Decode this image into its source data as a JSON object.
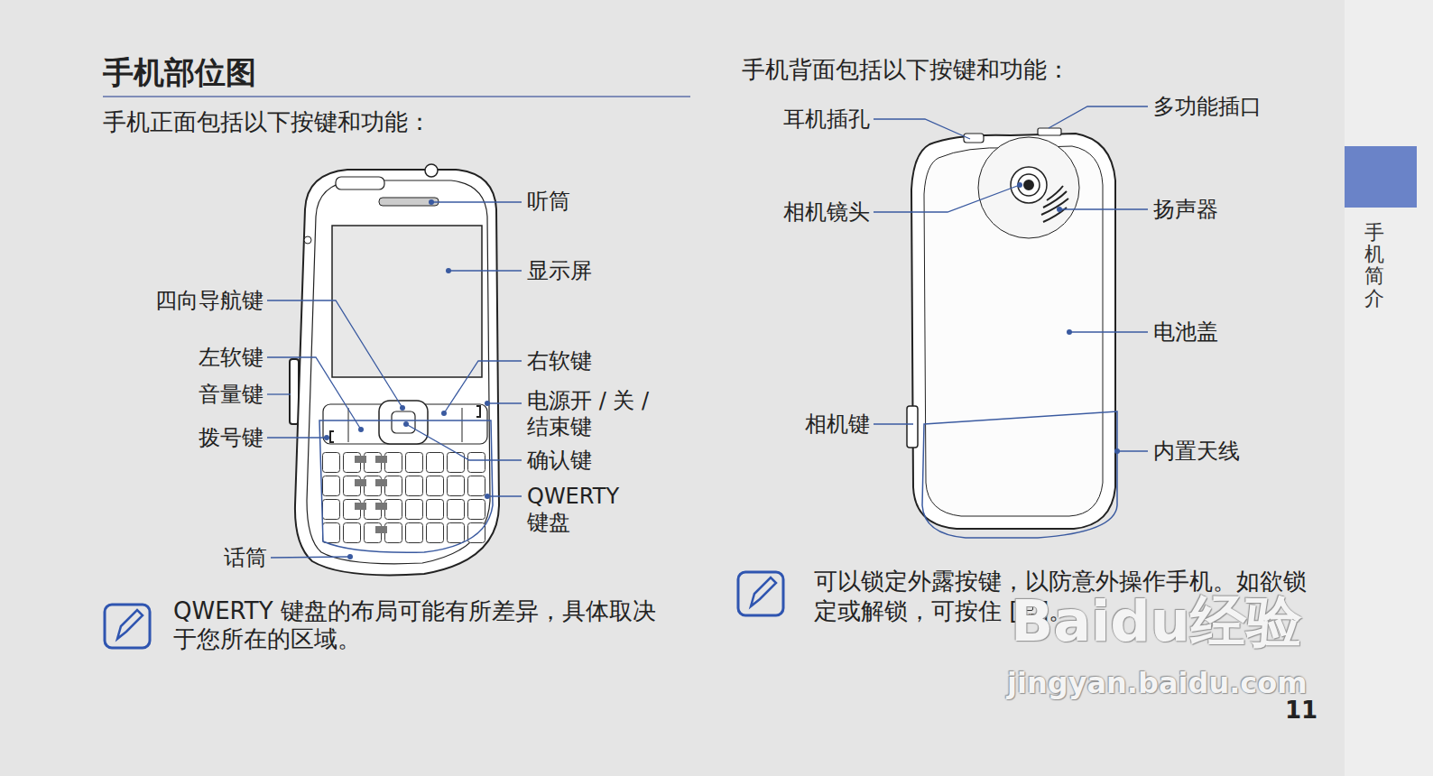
{
  "diagram": {
    "title": "手机部位图",
    "labels": [
      "手机正面包括以下按键和功能：",
      "听筒",
      "显示屏",
      "四向导航键",
      "左软键",
      "右软键",
      "音量键",
      "电源开 / 关 / 结束键",
      "拨号键",
      "确认键",
      "QWERTY 键盘",
      "话筒",
      "QWERTY 键盘的布局可能有所差异，具体取决于您所在的区域。",
      "手机背面包括以下按键和功能：",
      "耳机插孔",
      "多功能插口",
      "相机镜头",
      "扬声器",
      "电池盖",
      "相机键",
      "内置天线",
      "可以锁定外露按键，以防意外操作手机。如欲锁定或解锁，可按住 [",
      "Sym",
      "]。",
      "手机简介",
      "11",
      "Baidu经验",
      "jingyan.baidu.com"
    ]
  }
}
